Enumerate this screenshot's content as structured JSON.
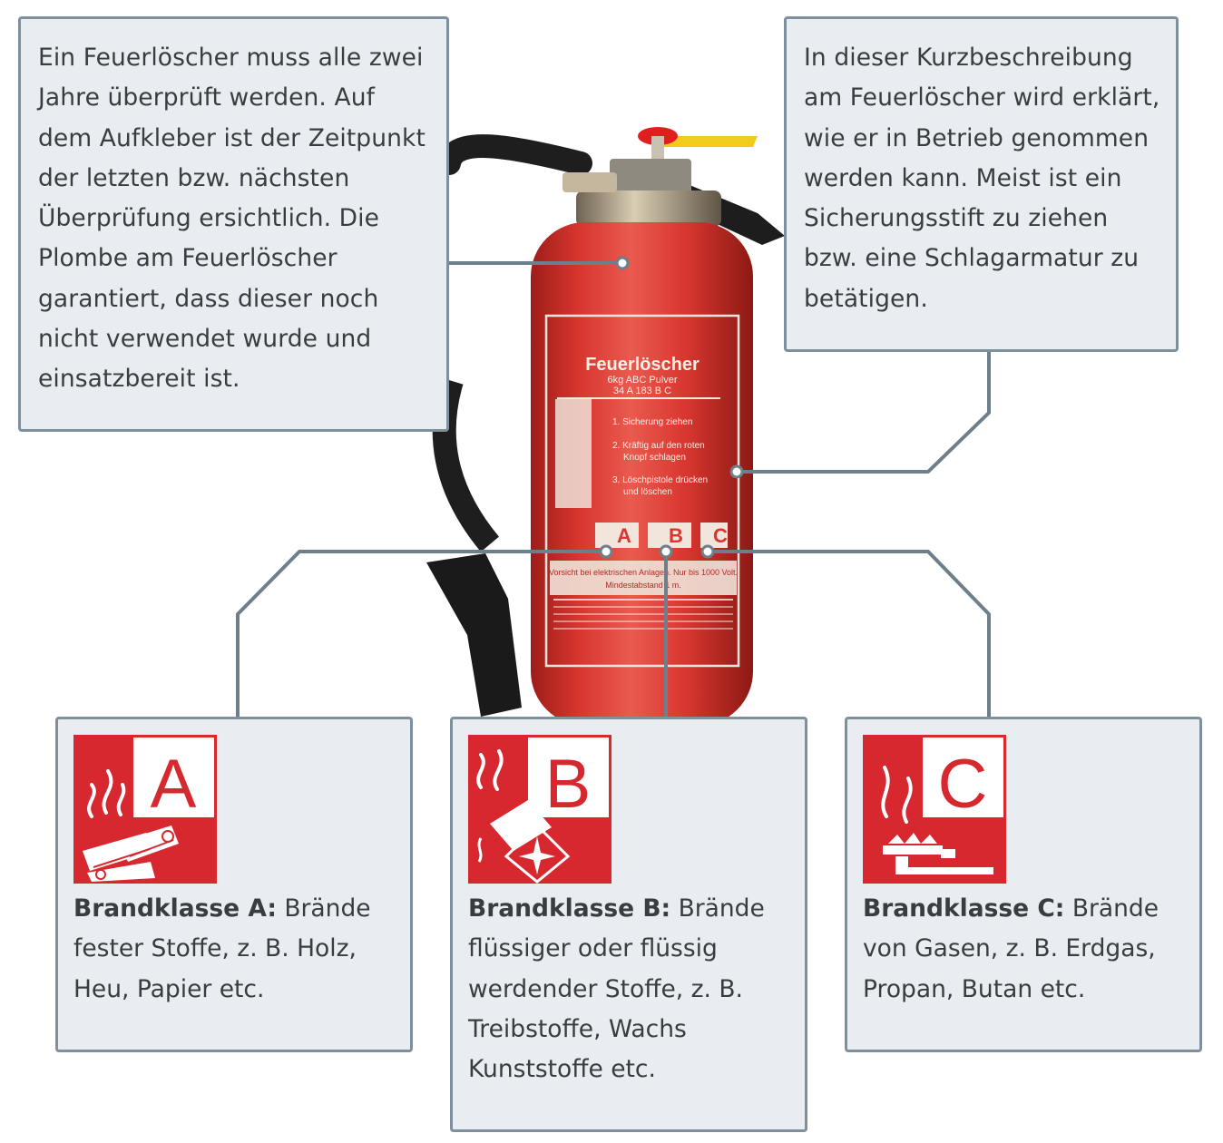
{
  "callouts": {
    "left": {
      "lines": [
        "Ein Feuerlöscher muss alle zwei",
        "Jahre überprüft werden. Auf",
        "dem Aufkleber ist der Zeitpunkt",
        "der letzten bzw. nächsten",
        "Überprüfung ersichtlich. Die",
        "Plombe am Feuerlöscher",
        "garantiert, dass dieser noch",
        "nicht verwendet wurde und",
        "einsatzbereit ist."
      ]
    },
    "right": {
      "lines": [
        "In dieser Kurzbeschreibung",
        "am Feuerlöscher wird erklärt,",
        "wie er in Betrieb genommen",
        "werden kann. Meist ist ein",
        "Sicherungsstift zu ziehen",
        "bzw. eine Schlagarmatur zu",
        "betätigen."
      ]
    }
  },
  "extinguisher_label": {
    "title": "Feuerlöscher",
    "subtitle": "6kg  ABC  Pulver",
    "rating": "34 A    183 B    C",
    "steps": [
      "1. Sicherung ziehen",
      "2. Kräftig auf den roten",
      "Knopf schlagen",
      "3. Löschpistole drücken",
      "und löschen"
    ],
    "warning": "Vorsicht bei elektrischen Anlagen. Nur bis 1000 Volt.",
    "distance": "Mindestabstand 1 m."
  },
  "fire_classes": [
    {
      "letter": "A",
      "heading": "Brandklasse A:",
      "lines": [
        "Brände",
        "fester Stoffe, z. B. Holz,",
        "Heu, Papier etc."
      ]
    },
    {
      "letter": "B",
      "heading": "Brandklasse B:",
      "lines": [
        "Brände",
        "flüssiger oder flüssig",
        "werdender Stoffe, z. B.",
        "Treibstoffe, Wachs",
        "Kunststoffe etc."
      ]
    },
    {
      "letter": "C",
      "heading": "Brandklasse C:",
      "lines": [
        "Brände",
        "von Gasen, z. B. Erdgas,",
        "Propan, Butan etc."
      ]
    }
  ],
  "colors": {
    "box_fill": "#e9edf1",
    "box_border": "#7e909c",
    "connector": "#6d7f8b",
    "sign_red": "#d7282f",
    "extinguisher_red": "#d8362f",
    "text": "#3a3d40"
  },
  "icons": [
    "flame-icon",
    "logs-icon",
    "canister-icon",
    "gas-burner-icon"
  ]
}
